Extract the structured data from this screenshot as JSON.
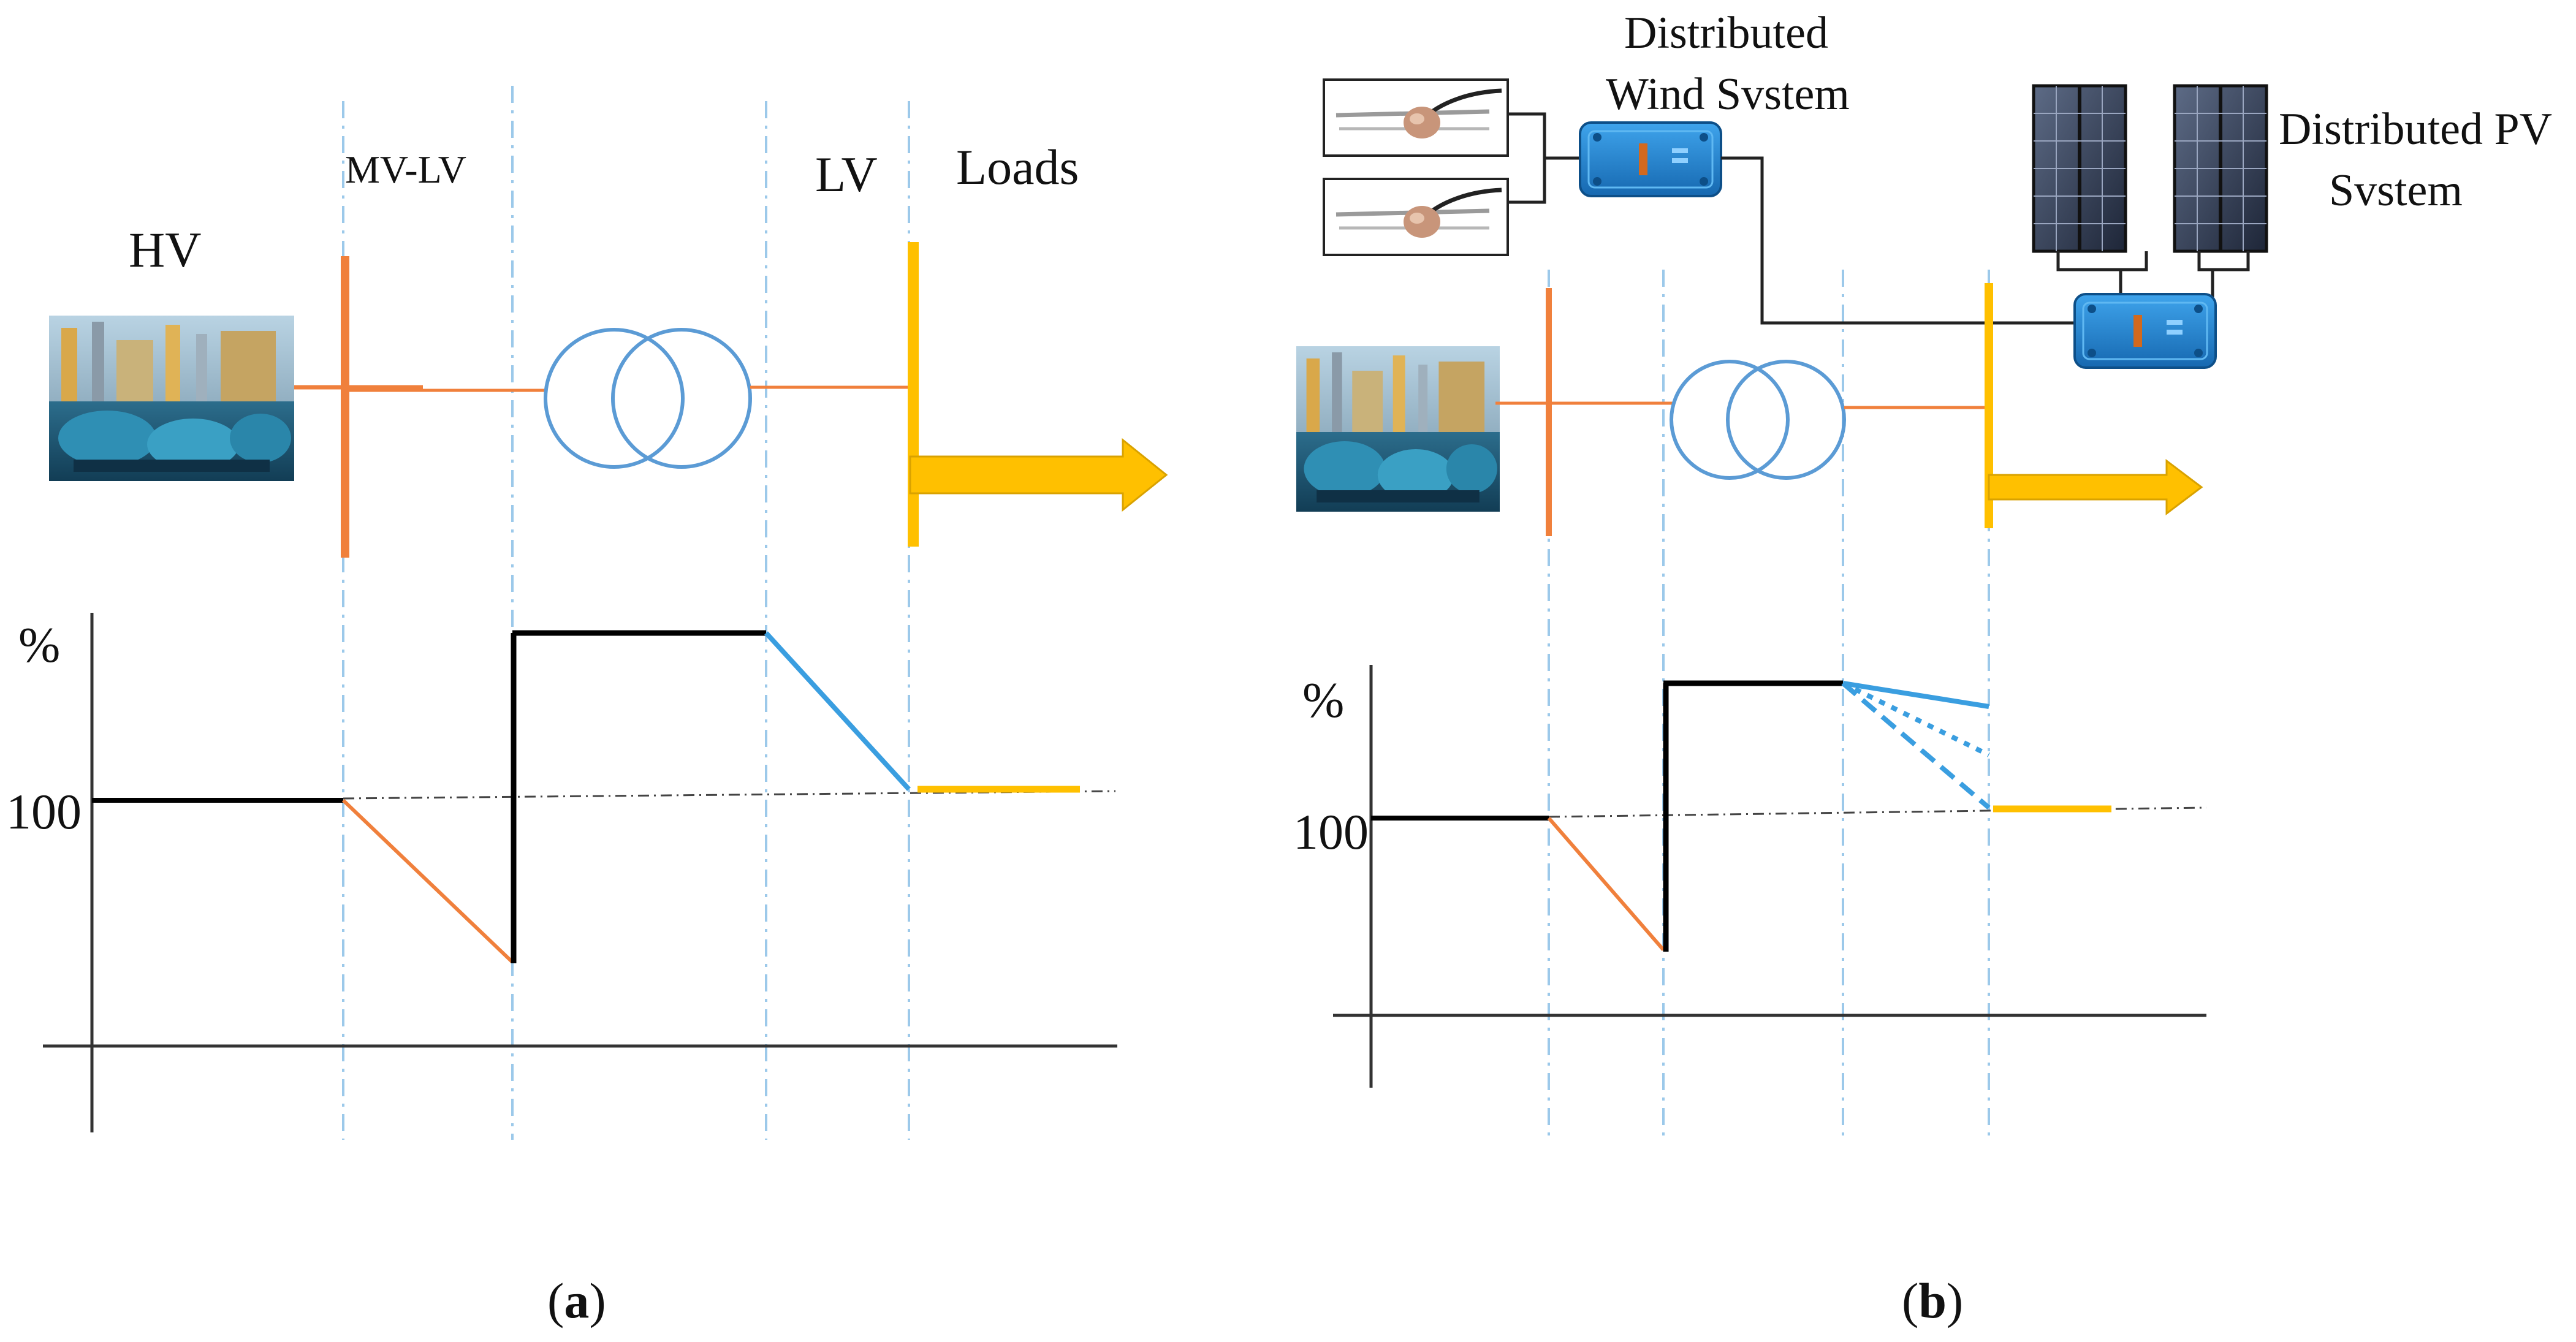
{
  "panels": [
    {
      "id": "a",
      "caption_bold": "a",
      "labels": {
        "hv": "HV",
        "mv_lv": "MV-LV",
        "lv": "LV",
        "loads": "Loads"
      },
      "y_axis": {
        "unit_label": "%",
        "tick_label": "100"
      }
    },
    {
      "id": "b",
      "caption_bold": "b",
      "labels": {
        "wind_line1": "Distributed",
        "wind_line2": "Wind Svstem",
        "pv_line1": "Distributed PV",
        "pv_line2": "Svstem"
      },
      "y_axis": {
        "unit_label": "%",
        "tick_label": "100"
      }
    }
  ],
  "caption_parens": {
    "open": "(",
    "close": ")"
  },
  "colors": {
    "hv_bus": "#f0803c",
    "lv_bus": "#ffc000",
    "transformer": "#5b9bd5",
    "profile_black": "#000000",
    "profile_orange": "#f0803c",
    "profile_blue": "#3a9ee0",
    "profile_yellow": "#ffc000",
    "guide_blue": "#9cc9ea",
    "converter": "#1e7fd0"
  },
  "icons": [
    "power-plant-image",
    "transformer-icon",
    "load-arrow-icon",
    "wind-turbine-icon",
    "power-converter-icon",
    "solar-panel-icon"
  ]
}
